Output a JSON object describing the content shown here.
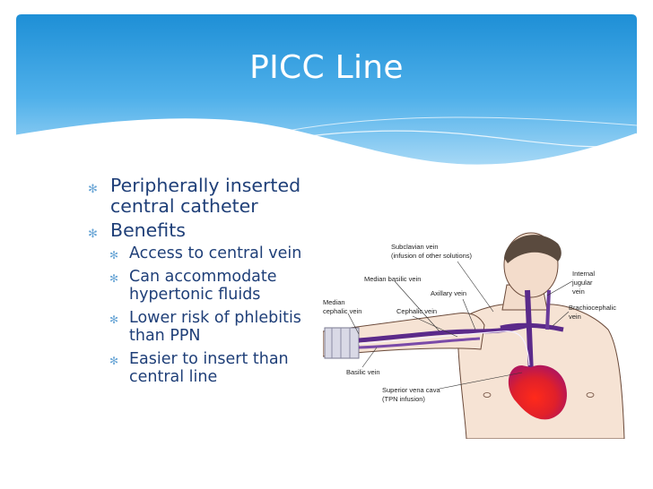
{
  "slide": {
    "title": "PICC Line",
    "bullets": [
      {
        "text": "Peripherally inserted central catheter"
      },
      {
        "text": "Benefits",
        "sub": [
          "Access to central vein",
          "Can accommodate hypertonic fluids",
          "Lower risk of phlebitis than PPN",
          "Easier to insert than central line"
        ]
      }
    ],
    "bullet_icon": "asterisk-bullet-icon",
    "colors": {
      "header_top": "#1e8fd6",
      "header_bottom": "#9fd3f5",
      "text": "#1f3f78",
      "bullet": "#6aa6d6"
    }
  },
  "figure": {
    "labels": {
      "subclavian": "Subclavian vein",
      "subclavian_note": "(infusion of other solutions)",
      "median_basilic": "Median basilic vein",
      "internal_jugular_1": "Internal",
      "internal_jugular_2": "jugular",
      "internal_jugular_3": "vein",
      "axillary": "Axillary vein",
      "median_cephalic_1": "Median",
      "median_cephalic_2": "cephalic vein",
      "cephalic": "Cephalic vein",
      "brachiocephalic_1": "Brachiocephalic",
      "brachiocephalic_2": "vein",
      "basilic": "Basilic vein",
      "svc": "Superior vena cava",
      "svc_note": "(TPN infusion)"
    }
  }
}
